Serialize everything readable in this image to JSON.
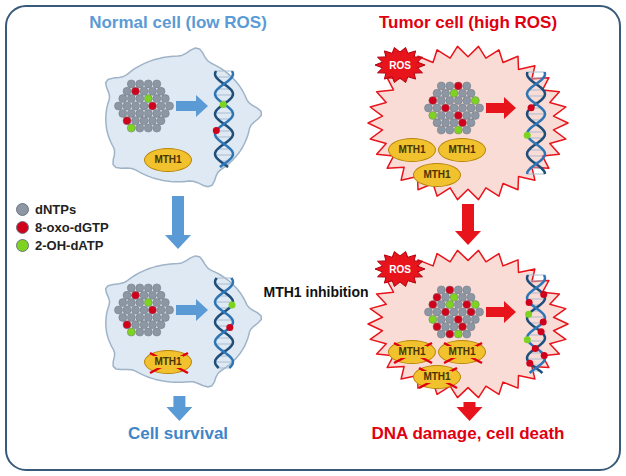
{
  "diagram": {
    "nodes": [
      {
        "text": [
          "Normal cell (low ROS)"
        ]
      },
      {
        "text": [
          "MTH1"
        ],
        "in": 0
      },
      {
        "text": [
          "Tumor cell (high ROS)"
        ]
      },
      {
        "text": [
          "ROS"
        ],
        "in": 2
      },
      {
        "text": [
          "MTH1"
        ],
        "in": 2
      },
      {
        "text": [
          "MTH1"
        ],
        "in": 2
      },
      {
        "text": [
          "MTH1"
        ],
        "in": 2
      },
      {
        "text": []
      },
      {
        "text": [
          "MTH1"
        ],
        "in": 7
      },
      {
        "text": []
      },
      {
        "text": [
          "ROS"
        ],
        "in": 9
      },
      {
        "text": [
          "MTH1"
        ],
        "in": 9
      },
      {
        "text": [
          "MTH1"
        ],
        "in": 9
      },
      {
        "text": [
          "MTH1"
        ],
        "in": 9
      },
      {
        "text": [
          "Cell survival"
        ]
      },
      {
        "text": [
          "DNA damage, cell death"
        ]
      }
    ],
    "edges": [
      {
        "from": 0,
        "to": 7,
        "arrow": "to"
      },
      {
        "from": 7,
        "to": 14,
        "arrow": "to"
      },
      {
        "from": 2,
        "to": 9,
        "arrow": "to"
      },
      {
        "from": 9,
        "to": 15,
        "arrow": "to"
      }
    ],
    "labels": [
      "MTH1 inhibition"
    ],
    "legend": [
      {
        "text": "dNTPs",
        "color": "#8c97a3"
      },
      {
        "text": "8-oxo-dGTP",
        "color": "#d0021b"
      },
      {
        "text": "2-OH-dATP",
        "color": "#7ed321"
      }
    ]
  }
}
